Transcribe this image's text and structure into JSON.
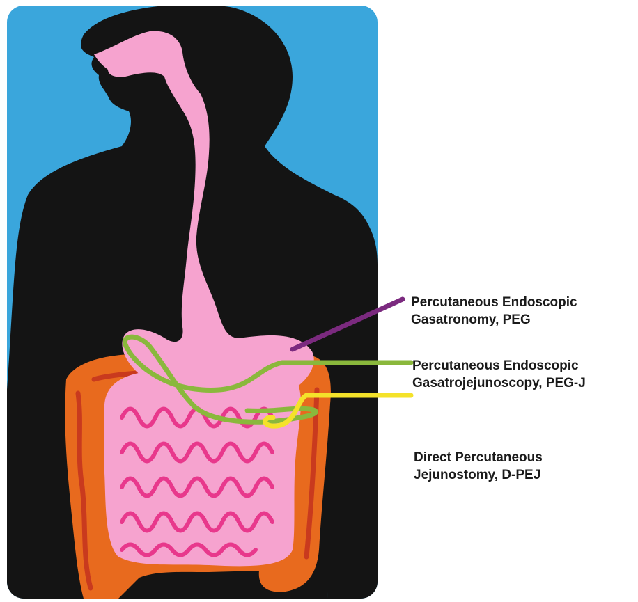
{
  "colors": {
    "background": "#3aa6dc",
    "silhouette": "#141414",
    "digestive_tract": "#f6a3cf",
    "small_intestine_inner": "#e8388c",
    "colon_outer": "#e86a1e",
    "colon_inner": "#c93a1e",
    "peg_line": "#7b2a7f",
    "peg_j_line": "#8ab83c",
    "dpej_line": "#f4e22a"
  },
  "labels": [
    {
      "id": "peg",
      "line1": "Percutaneous Endoscopic",
      "line2": "Gasatronomy, PEG"
    },
    {
      "id": "peg_j",
      "line1": "Percutaneous Endoscopic",
      "line2": "Gasatrojejunoscopy, PEG-J"
    },
    {
      "id": "dpej",
      "line1": "Direct Percutaneous",
      "line2": "Jejunostomy, D-PEJ"
    }
  ]
}
